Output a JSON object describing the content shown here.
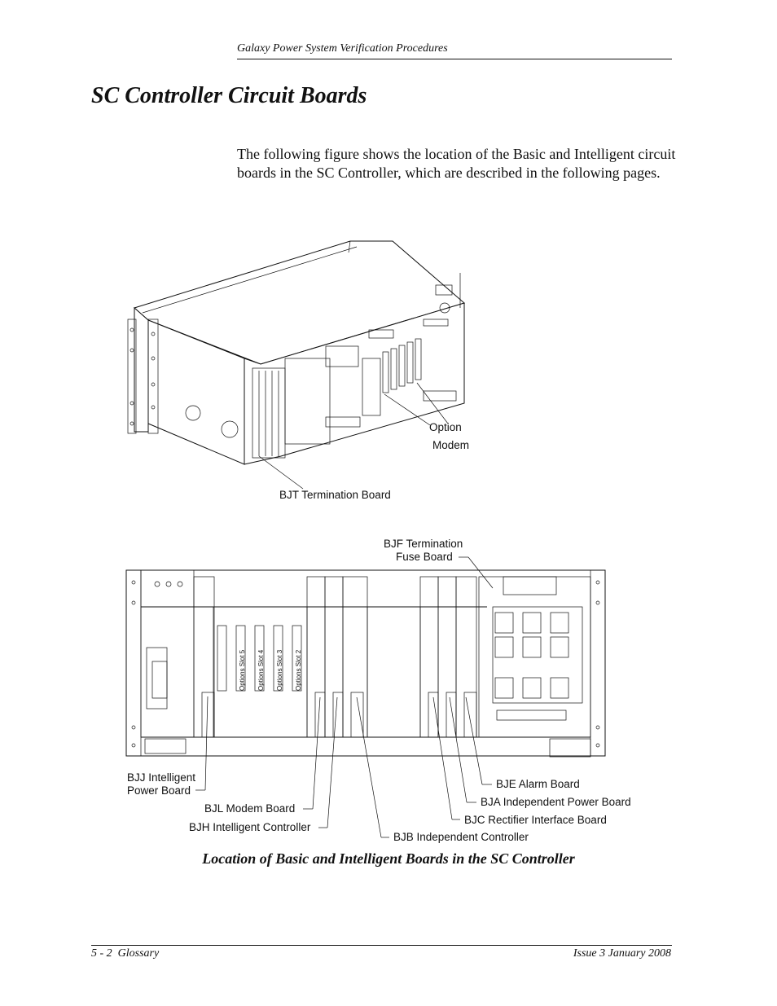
{
  "header": {
    "running_title": "Galaxy Power System Verification Procedures"
  },
  "section_title": "SC Controller Circuit Boards",
  "intro_text": "The following figure shows the location of the Basic and Intelligent circuit boards in the SC Controller, which are described in the following pages.",
  "figure": {
    "top_view_labels": {
      "option": "Option",
      "modem": "Modem",
      "bjt": "BJT Termination Board"
    },
    "front_view_labels": {
      "bjf_line1": "BJF Termination",
      "bjf_line2": "Fuse Board",
      "bjj_line1": "BJJ Intelligent",
      "bjj_line2": "Power Board",
      "bjl": "BJL Modem Board",
      "bjh": "BJH Intelligent Controller",
      "bjb": "BJB Independent Controller",
      "bje": "BJE Alarm Board",
      "bja": "BJA Independent Power Board",
      "bjc": "BJC Rectifier Interface Board"
    },
    "slot_labels": [
      "Options Slot 5",
      "Options Slot 4",
      "Options Slot 3",
      "Options Slot 2"
    ],
    "caption": "Location of Basic and Intelligent Boards in the SC Controller"
  },
  "footer": {
    "left": "5 - 2  Glossary",
    "right": "Issue 3 January 2008"
  }
}
